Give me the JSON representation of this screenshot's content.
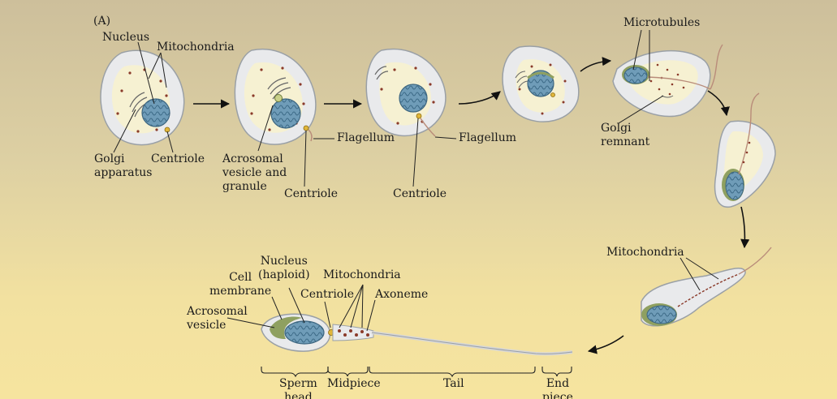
{
  "panel_letter": "(A)",
  "labels": {
    "nucleus": "Nucleus",
    "mitochondria": "Mitochondria",
    "golgi_apparatus": [
      "Golgi",
      "apparatus"
    ],
    "centriole_1": "Centriole",
    "acrosomal_vesicle_granule": [
      "Acrosomal",
      "vesicle and",
      "granule"
    ],
    "centriole_2": "Centriole",
    "flagellum_1": "Flagellum",
    "flagellum_2": "Flagellum",
    "centriole_3": "Centriole",
    "microtubules": "Microtubules",
    "golgi_remnant": [
      "Golgi",
      "remnant"
    ],
    "mitochondria_late": "Mitochondria",
    "sperm_nucleus": [
      "Nucleus",
      "(haploid)"
    ],
    "cell_membrane": [
      "Cell",
      "membrane"
    ],
    "sperm_mitochondria": "Mitochondria",
    "sperm_centriole": "Centriole",
    "axoneme": "Axoneme",
    "acrosomal_vesicle": [
      "Acrosomal",
      "vesicle"
    ],
    "sperm_head": [
      "Sperm",
      "head"
    ],
    "midpiece": "Midpiece",
    "tail": "Tail",
    "end_piece": [
      "End",
      "piece"
    ]
  },
  "colors": {
    "cell_body": "#e9eaec",
    "cytoplasm": "#f6f1d2",
    "nucleus": "#6f9cb8",
    "mitochondria": "#8a3a2a",
    "acrosome": "#8fa060",
    "centriole": "#e0b63a",
    "arrow": "#111111",
    "leader": "#222222"
  }
}
